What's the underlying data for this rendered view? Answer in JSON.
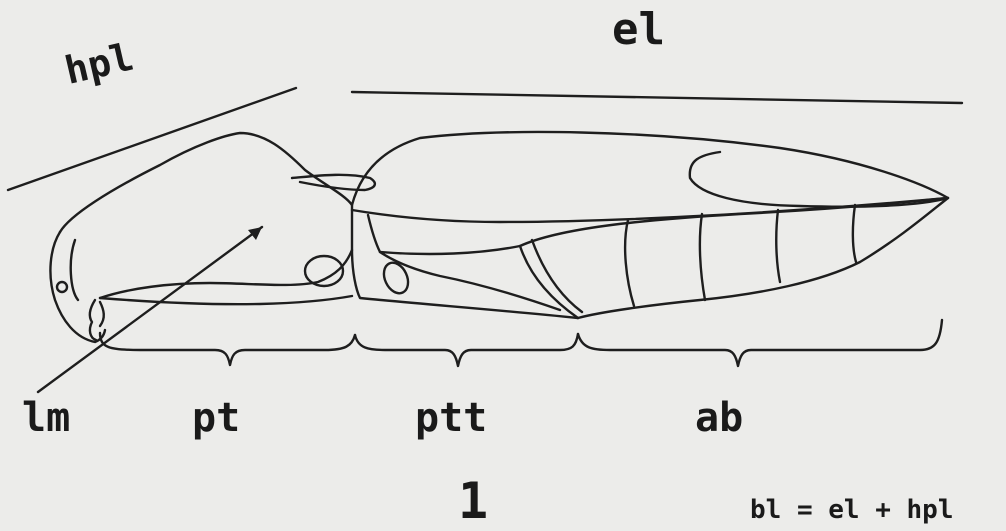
{
  "labels": {
    "el": "el",
    "hpl": "hpl",
    "lm": "lm",
    "pt": "pt",
    "ptt": "ptt",
    "ab": "ab",
    "figure_number": "1",
    "formula": "bl = el + hpl"
  },
  "colors": {
    "background": "#ececea",
    "ink": "#1e1e1e"
  }
}
